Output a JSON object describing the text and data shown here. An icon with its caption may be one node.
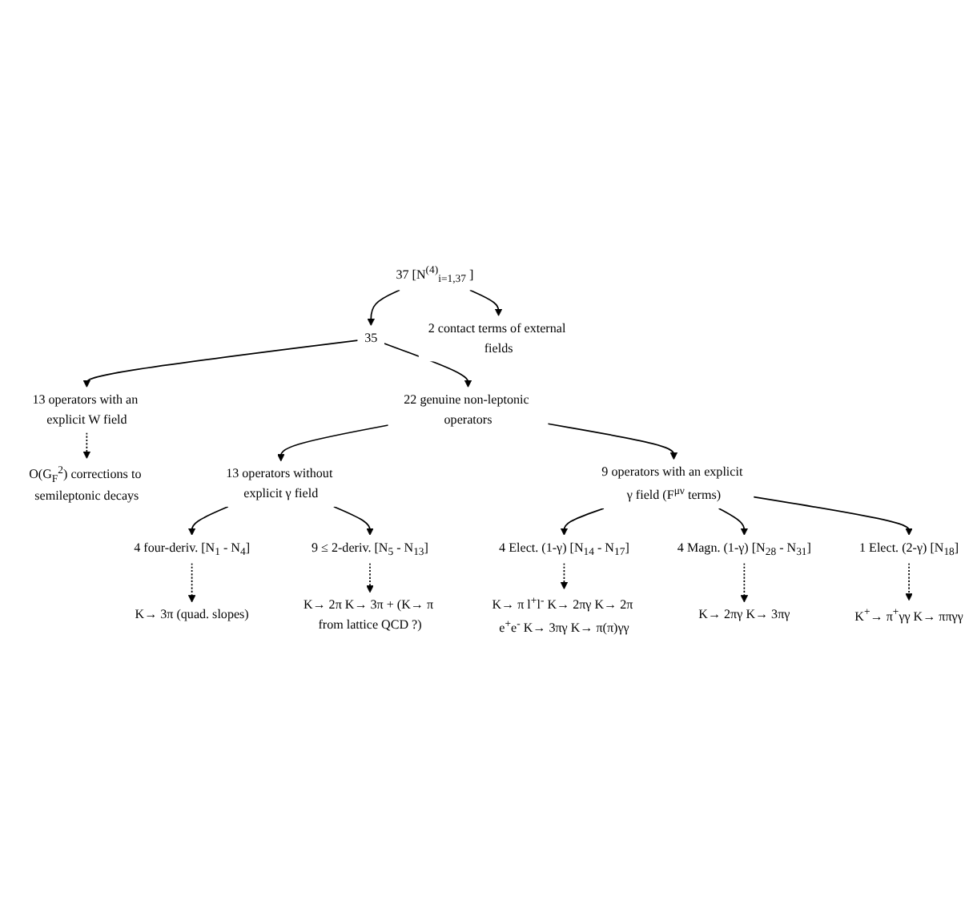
{
  "diagram": {
    "nodes": [
      {
        "text": [
          "37 [N$^{(4)}$$_{i=1,37}$ ]"
        ]
      },
      {
        "text": [
          "35"
        ]
      },
      {
        "text": [
          "2 contact terms of external fields"
        ]
      },
      {
        "text": [
          "13 operators with an explicit W field"
        ]
      },
      {
        "text": [
          "O(G$_{F}$$^{2}$) corrections to semileptonic decays"
        ]
      },
      {
        "text": [
          "22 genuine non-leptonic operators"
        ]
      },
      {
        "text": [
          "13 operators without explicit γ field"
        ]
      },
      {
        "text": [
          "9 operators with an explicit γ field (F$^{μν}$ terms)"
        ]
      },
      {
        "text": [
          "4 four-deriv. [N$_{1}$ - N$_{4}$]"
        ]
      },
      {
        "text": [
          "9 ≤ 2-deriv. [N$_{5}$ - N$_{13}$]"
        ]
      },
      {
        "text": [
          "4 Elect. (1-γ) [N$_{14}$ - N$_{17}$]"
        ]
      },
      {
        "text": [
          "4 Magn. (1-γ) [N$_{28}$ - N$_{31}$]"
        ]
      },
      {
        "text": [
          "1 Elect. (2-γ) [N$_{18}$]"
        ]
      },
      {
        "text": [
          "K→ 3π (quad. slopes)"
        ]
      },
      {
        "text": [
          "K→ 2π K→ 3π + (K→ π from lattice QCD ?)"
        ]
      },
      {
        "text": [
          "K→ π l$^{+}$l$^{-}$ K→ 2πγ K→ 2π e$^{+}$e$^{-}$ K→ 3πγ K→ π(π)γγ"
        ]
      },
      {
        "text": [
          "K→ 2πγ K→ 3πγ"
        ]
      },
      {
        "text": [
          "K$^{+}$→ π$^{+}$γγ K→ ππγγ"
        ]
      }
    ],
    "edges": [
      {
        "from": 0,
        "to": 1,
        "arrow": "to"
      },
      {
        "from": 0,
        "to": 2,
        "arrow": "to"
      },
      {
        "from": 1,
        "to": 3,
        "arrow": "to"
      },
      {
        "from": 1,
        "to": 5,
        "arrow": "to"
      },
      {
        "from": 3,
        "to": 4,
        "arrow": "to",
        "style": "dashed"
      },
      {
        "from": 5,
        "to": 6,
        "arrow": "to"
      },
      {
        "from": 5,
        "to": 7,
        "arrow": "to"
      },
      {
        "from": 6,
        "to": 8,
        "arrow": "to"
      },
      {
        "from": 6,
        "to": 9,
        "arrow": "to"
      },
      {
        "from": 7,
        "to": 10,
        "arrow": "to"
      },
      {
        "from": 7,
        "to": 11,
        "arrow": "to"
      },
      {
        "from": 7,
        "to": 12,
        "arrow": "to"
      },
      {
        "from": 8,
        "to": 13,
        "arrow": "to",
        "style": "dashed"
      },
      {
        "from": 9,
        "to": 14,
        "arrow": "to",
        "style": "dashed"
      },
      {
        "from": 10,
        "to": 15,
        "arrow": "to",
        "style": "dashed"
      },
      {
        "from": 11,
        "to": 16,
        "arrow": "to",
        "style": "dashed"
      },
      {
        "from": 12,
        "to": 17,
        "arrow": "to",
        "style": "dashed"
      }
    ]
  }
}
